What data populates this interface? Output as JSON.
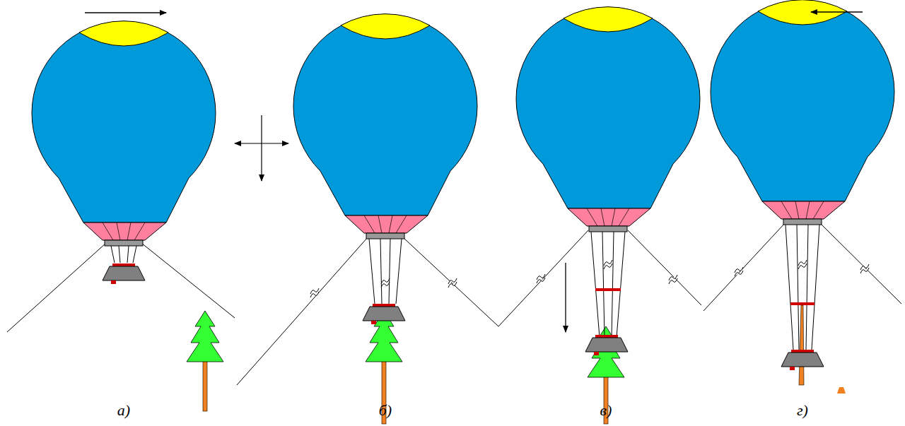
{
  "diagram": {
    "labels": [
      "а)",
      "б)",
      "в)",
      "г)"
    ]
  }
}
